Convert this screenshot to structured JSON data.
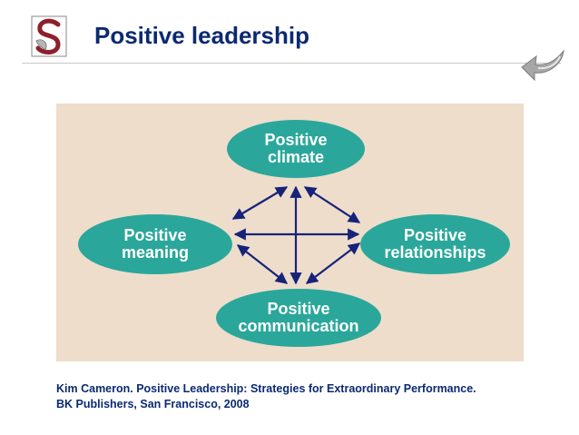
{
  "header": {
    "title": "Positive leadership"
  },
  "icons": {
    "logo": "university-crest-logo",
    "back": "curved-back-arrow-icon"
  },
  "colors": {
    "title_text": "#0b2a72",
    "panel_background": "#eeddcb",
    "node_fill": "#2aa79a",
    "node_text": "#ffffff",
    "arrow": "#16237a"
  },
  "diagram": {
    "nodes": {
      "top": {
        "line1": "Positive",
        "line2": "climate"
      },
      "left": {
        "line1": "Positive",
        "line2": "meaning"
      },
      "right": {
        "line1": "Positive",
        "line2": "relationships"
      },
      "bottom": {
        "line1": "Positive",
        "line2": "communication"
      }
    }
  },
  "citation": {
    "line1": "Kim Cameron. Positive Leadership: Strategies for Extraordinary Performance.",
    "line2": "BK Publishers, San Francisco, 2008"
  }
}
